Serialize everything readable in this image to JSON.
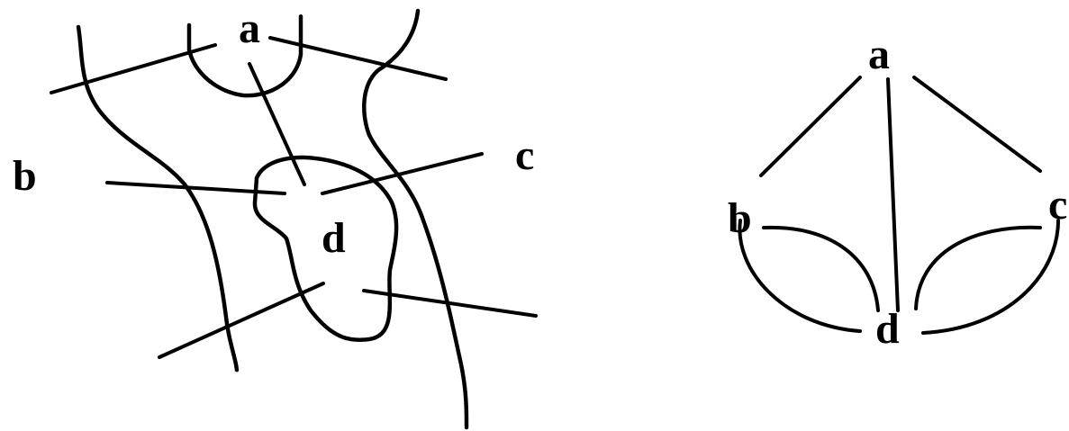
{
  "map": {
    "labels": {
      "a": "a",
      "b": "b",
      "c": "c",
      "d": "d"
    },
    "bridges": [
      {
        "from": "a",
        "to": "b"
      },
      {
        "from": "a",
        "to": "c"
      },
      {
        "from": "a",
        "to": "d"
      },
      {
        "from": "b",
        "to": "d"
      },
      {
        "from": "d",
        "to": "b"
      },
      {
        "from": "c",
        "to": "d"
      },
      {
        "from": "d",
        "to": "c"
      }
    ]
  },
  "graph": {
    "nodes": {
      "a": "a",
      "b": "b",
      "c": "c",
      "d": "d"
    },
    "edges": [
      {
        "from": "a",
        "to": "b"
      },
      {
        "from": "a",
        "to": "c"
      },
      {
        "from": "a",
        "to": "d"
      },
      {
        "from": "b",
        "to": "d"
      },
      {
        "from": "b",
        "to": "d"
      },
      {
        "from": "c",
        "to": "d"
      },
      {
        "from": "c",
        "to": "d"
      }
    ]
  }
}
